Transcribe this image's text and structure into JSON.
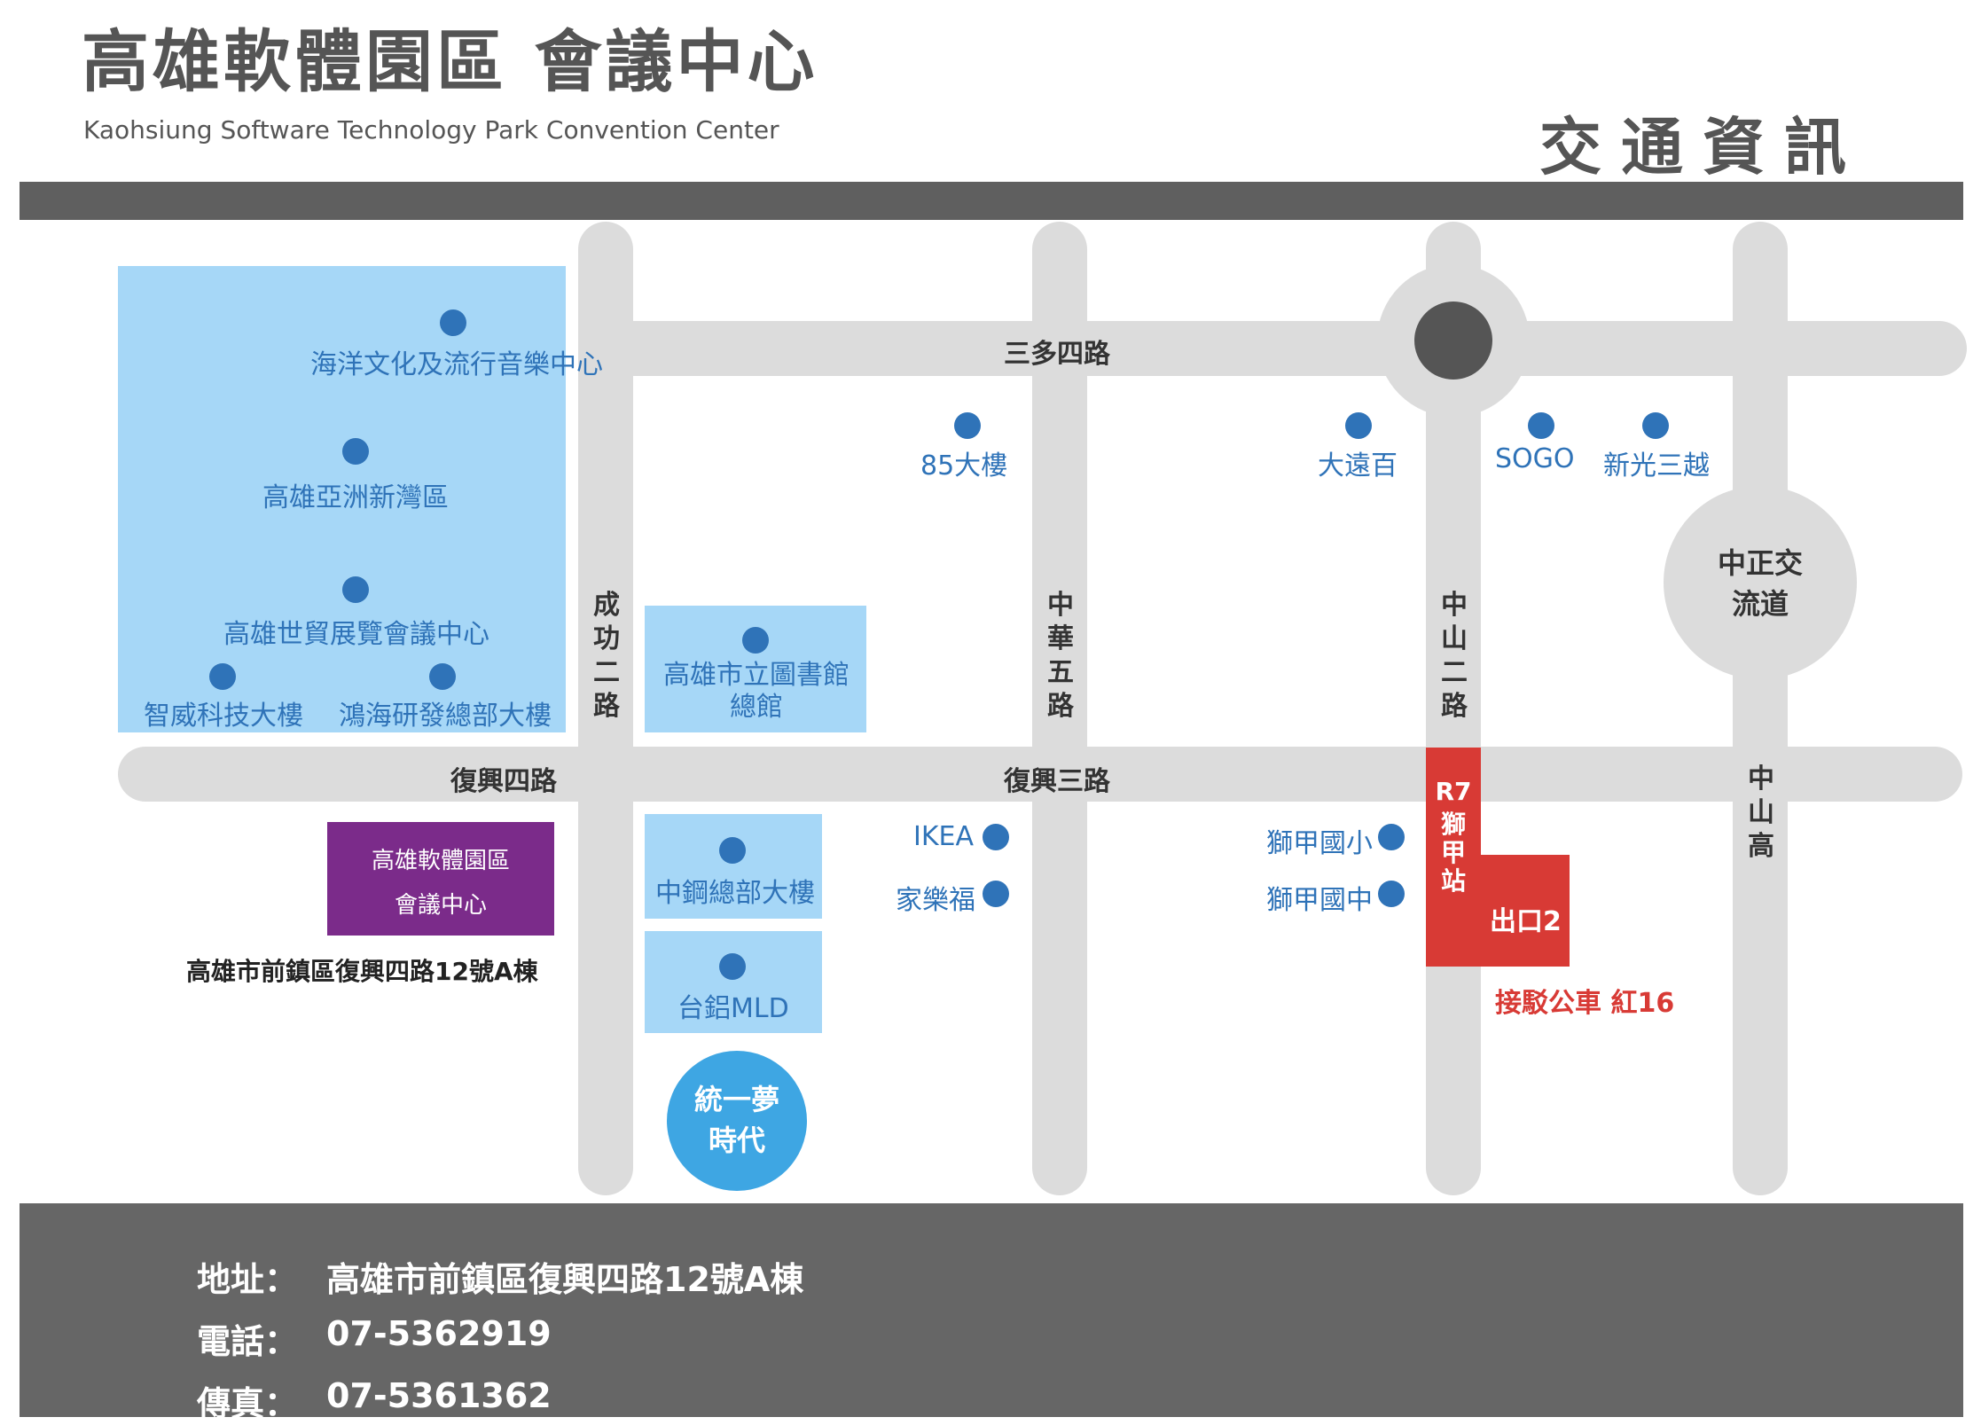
{
  "header": {
    "title": "高雄軟體園區 會議中心",
    "subtitle": "Kaohsiung Software Technology Park Convention Center",
    "section_title": "交通資訊"
  },
  "roads": {
    "sanduo": "三多四路",
    "fuxing4": "復興四路",
    "fuxing3": "復興三路",
    "chenggong": "成功二路",
    "zhonghua": "中華五路",
    "zhongshan": "中山二路",
    "zhongshan_hwy": "中山高",
    "interchange": "中正交流道"
  },
  "pois": {
    "ocean": "海洋文化及流行音樂中心",
    "asia": "高雄亞洲新灣區",
    "expo": "高雄世貿展覽會議中心",
    "zhiwei": "智威科技大樓",
    "honghai": "鴻海研發總部大樓",
    "library": "高雄市立圖書館總館",
    "t85": "85大樓",
    "dayuan": "大遠百",
    "sogo": "SOGO",
    "shinkong": "新光三越",
    "ikea": "IKEA",
    "carrefour": "家樂福",
    "shijia_elem": "獅甲國小",
    "shijia_junior": "獅甲國中",
    "csc": "中鋼總部大樓",
    "mld": "台鋁MLD",
    "dream": "統一夢時代"
  },
  "venue": {
    "name_line1": "高雄軟體園區",
    "name_line2": "會議中心",
    "address_label": "高雄市前鎮區復興四路12號A棟"
  },
  "station": {
    "code": "R7",
    "name": "獅甲站",
    "exit": "出口2",
    "shuttle": "接駁公車 紅16"
  },
  "footer": {
    "address_key": "地址：",
    "address_val": "高雄市前鎮區復興四路12號A棟",
    "phone_key": "電話：",
    "phone_val": "07-5362919",
    "fax_key": "傳真：",
    "fax_val": "07-5361362"
  },
  "colors": {
    "road": "#dcdcdc",
    "poi_blue": "#2f73b8",
    "area_blue": "#a6d7f7",
    "venue_purple": "#7b2b8a",
    "station_red": "#d83a35",
    "dream_blue": "#3ea6e3",
    "roundabout_dark": "#555555",
    "bar_gray": "#666666"
  }
}
